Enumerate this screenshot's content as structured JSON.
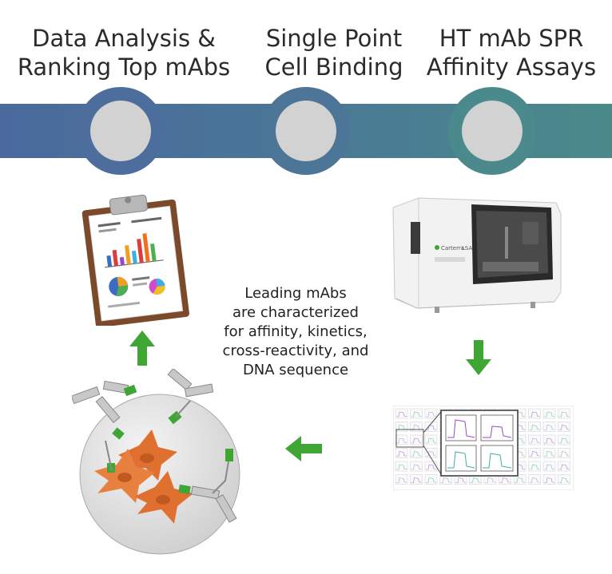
{
  "steps": [
    {
      "line1": "Data Analysis &",
      "line2": "Ranking Top mAbs"
    },
    {
      "line1": "Single Point",
      "line2": "Cell Binding"
    },
    {
      "line1": "HT mAb SPR",
      "line2": "Affinity Assays"
    }
  ],
  "caption": {
    "line1": "Leading mAbs",
    "line2": "are characterized",
    "line3": "for affinity, kinetics,",
    "line4": "cross-reactivity, and",
    "line5": "DNA sequence"
  },
  "instrument": {
    "brand_text": "Carterra",
    "model_text": "LSA"
  },
  "colors": {
    "band_left": "#4a6a9e",
    "band_right": "#4a8a8a",
    "arrow_green": "#3fa535",
    "cell_orange": "#e07030",
    "node_fill": "#d2d2d2"
  },
  "icons": [
    "clipboard-report-icon",
    "spr-instrument-icon",
    "sensorgram-grid-icon",
    "cell-binding-icon",
    "arrow-up-icon",
    "arrow-down-icon",
    "arrow-left-icon"
  ]
}
